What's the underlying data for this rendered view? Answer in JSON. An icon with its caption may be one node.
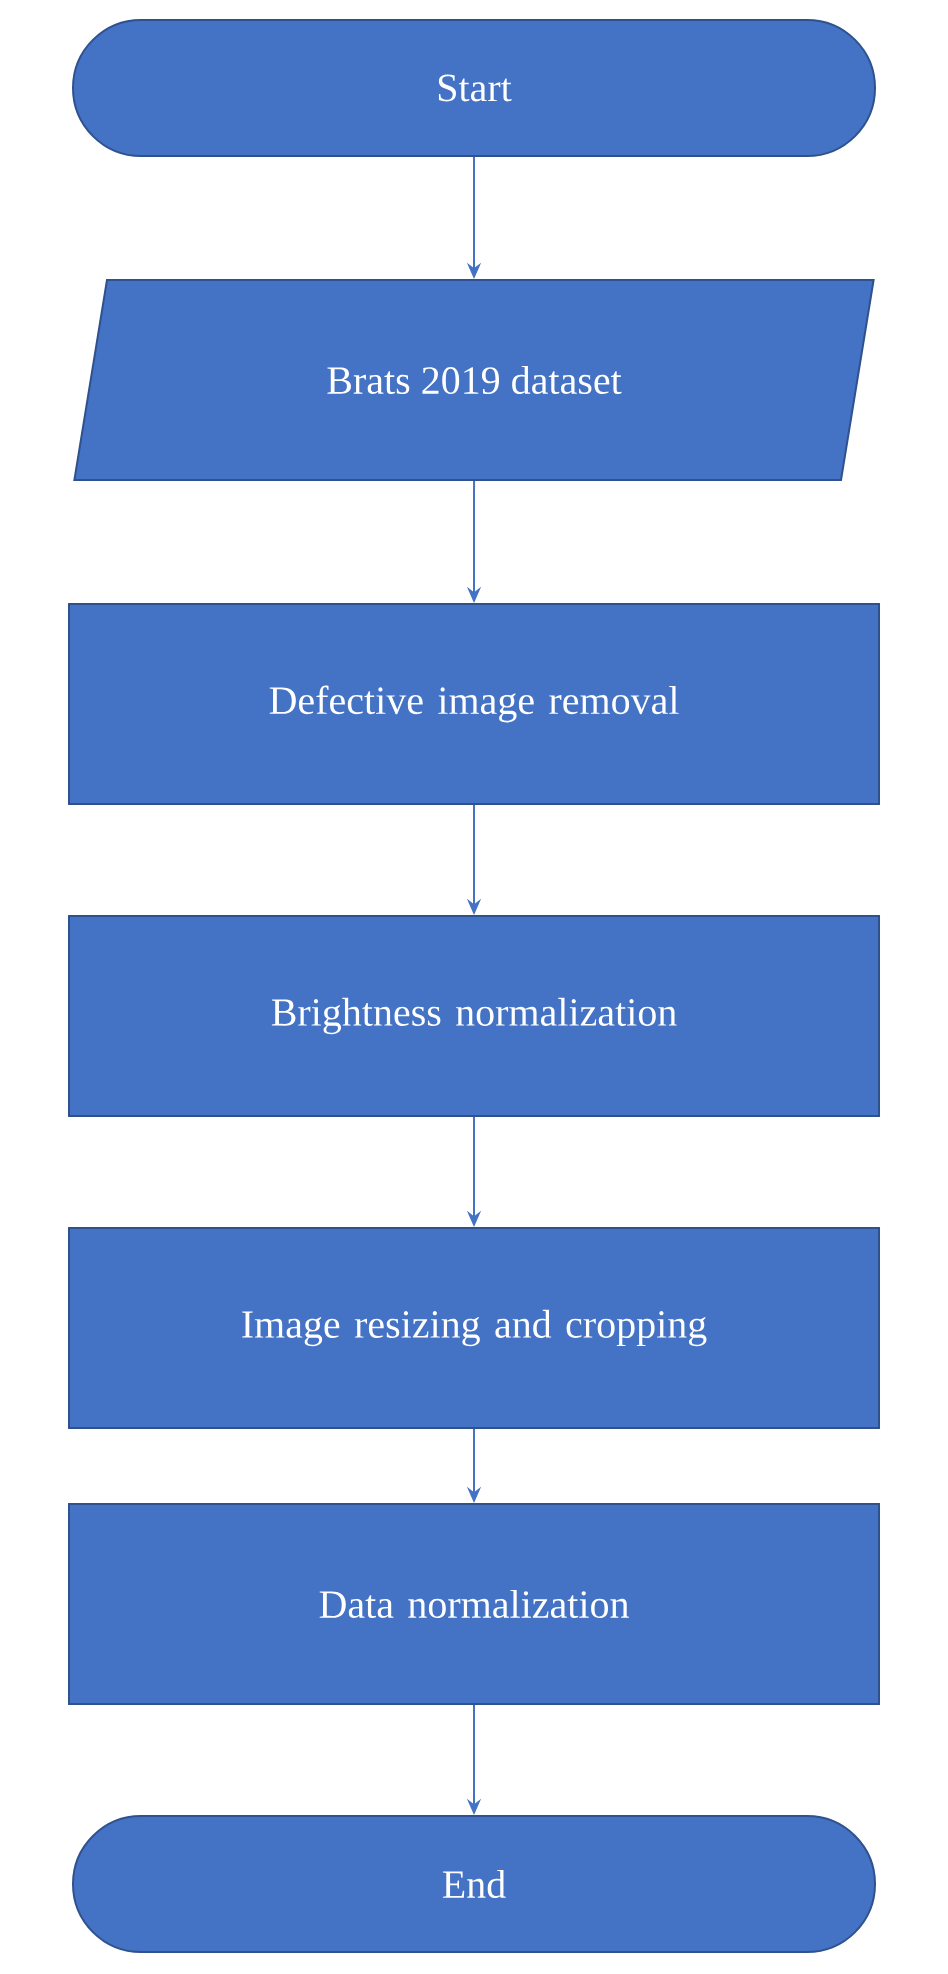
{
  "diagram": {
    "nodes": [
      {
        "text": [
          "Start"
        ]
      },
      {
        "text": [
          "Brats 2019 dataset"
        ]
      },
      {
        "text": [
          "Defective image removal"
        ]
      },
      {
        "text": [
          "Brightness normalization"
        ]
      },
      {
        "text": [
          "Image resizing and cropping"
        ]
      },
      {
        "text": [
          "Data normalization"
        ]
      },
      {
        "text": [
          "End"
        ]
      }
    ],
    "edges": [
      {
        "from": 0,
        "to": 1,
        "arrow": "to"
      },
      {
        "from": 1,
        "to": 2,
        "arrow": "to"
      },
      {
        "from": 2,
        "to": 3,
        "arrow": "to"
      },
      {
        "from": 3,
        "to": 4,
        "arrow": "to"
      },
      {
        "from": 4,
        "to": 5,
        "arrow": "to"
      },
      {
        "from": 5,
        "to": 6,
        "arrow": "to"
      }
    ]
  }
}
